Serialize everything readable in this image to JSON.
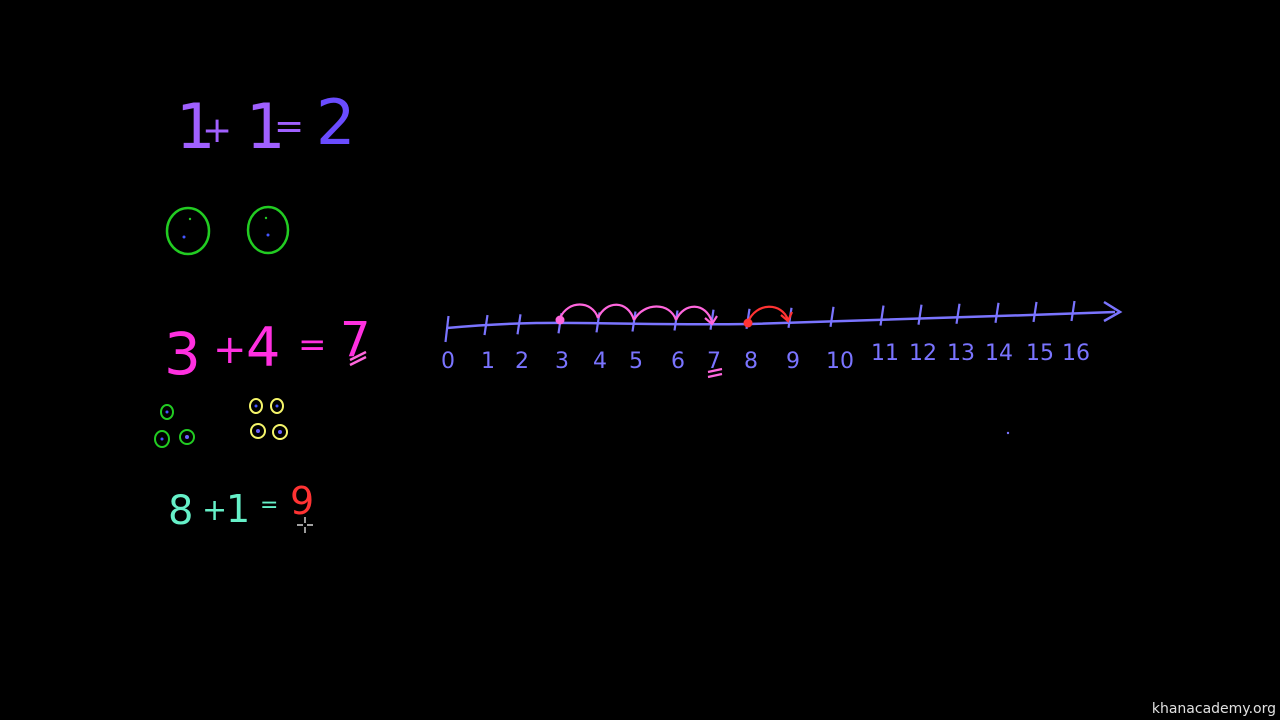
{
  "colors": {
    "background": "#000000",
    "purple": "#a060ff",
    "blue_purple": "#6a4cff",
    "line_blue": "#7a74ff",
    "green": "#22cc22",
    "magenta": "#ff30e0",
    "pink": "#ff66dd",
    "yellow": "#f5f56a",
    "teal": "#66f0c8",
    "red": "#ff3333",
    "watermark": "#e0e0e0"
  },
  "equations": {
    "eq1": {
      "a": "1",
      "op": "+",
      "b": "1",
      "eq": "=",
      "result": "2"
    },
    "eq2": {
      "a": "3",
      "op": "+",
      "b": "4",
      "eq": "=",
      "result": "7"
    },
    "eq3": {
      "a": "8",
      "op": "+",
      "b": "1",
      "eq": "=",
      "result": "9"
    }
  },
  "number_line": {
    "labels": [
      "0",
      "1",
      "2",
      "3",
      "4",
      "5",
      "6",
      "7",
      "8",
      "9",
      "10",
      "11",
      "12",
      "13",
      "14",
      "15",
      "16"
    ],
    "highlighted_start": "3",
    "highlighted_end": "7",
    "second_start": "8",
    "second_end": "9"
  },
  "watermark": "khanacademy.org",
  "icons": {
    "cursor": "crosshair-cursor-icon"
  }
}
